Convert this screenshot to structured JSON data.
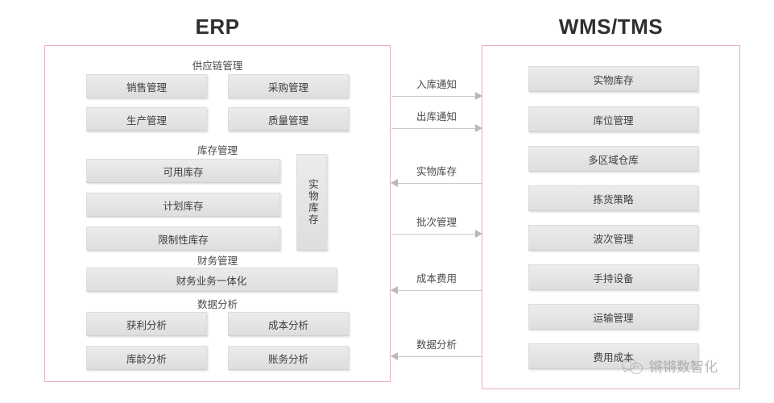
{
  "left_panel": {
    "title": "ERP",
    "groups": [
      {
        "caption": "供应链管理",
        "boxes": [
          "销售管理",
          "采购管理",
          "生产管理",
          "质量管理"
        ]
      },
      {
        "caption": "库存管理",
        "boxes": [
          "可用库存",
          "计划库存",
          "限制性库存"
        ],
        "side_box": "实物库存"
      },
      {
        "caption": "财务管理",
        "boxes": [
          "财务业务一体化"
        ]
      },
      {
        "caption": "数据分析",
        "boxes": [
          "获利分析",
          "成本分析",
          "库龄分析",
          "账务分析"
        ]
      }
    ]
  },
  "right_panel": {
    "title": "WMS/TMS",
    "boxes": [
      "实物库存",
      "库位管理",
      "多区域仓库",
      "拣货策略",
      "波次管理",
      "手持设备",
      "运输管理",
      "费用成本"
    ]
  },
  "connectors": [
    {
      "label": "入库通知",
      "direction": "right"
    },
    {
      "label": "出库通知",
      "direction": "right"
    },
    {
      "label": "实物库存",
      "direction": "left"
    },
    {
      "label": "批次管理",
      "direction": "right"
    },
    {
      "label": "成本费用",
      "direction": "left"
    },
    {
      "label": "数据分析",
      "direction": "left"
    }
  ],
  "watermark": {
    "icon": "wechat-icon",
    "text": "锵锵数智化"
  },
  "colors": {
    "panel_border": "#e8aebd",
    "box_fill": "#e6e6e6",
    "arrow": "#c9c9c9",
    "title": "#2f2f2f"
  }
}
